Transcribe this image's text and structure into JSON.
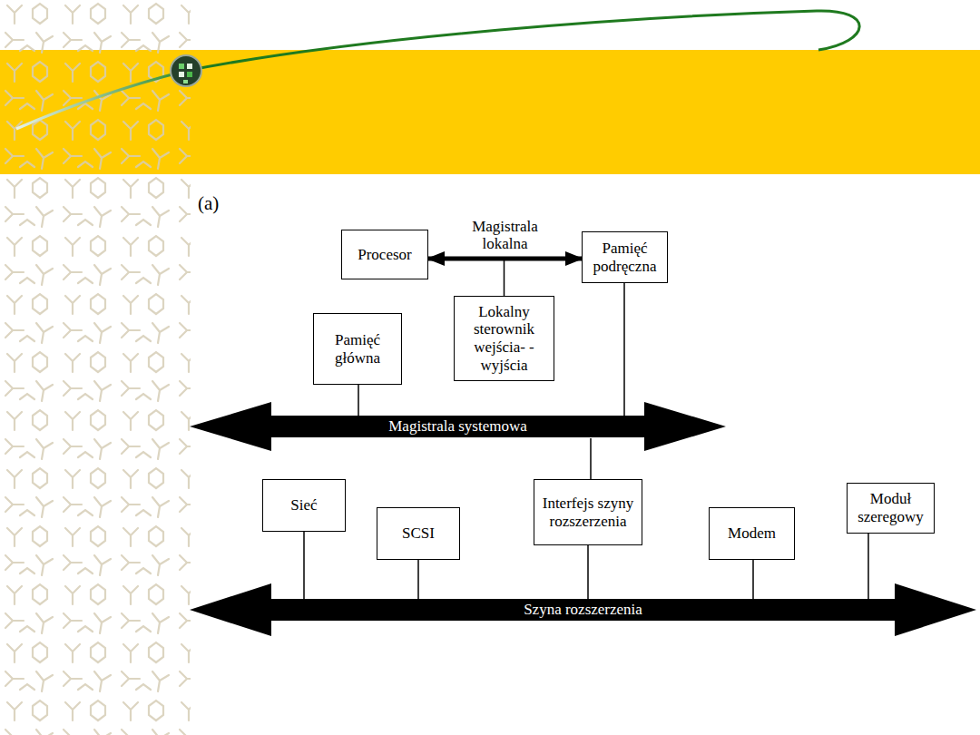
{
  "diagram": {
    "nodes": [
      {
        "text": [
          "Procesor"
        ]
      },
      {
        "text": [
          "Pamięć podręczna"
        ]
      },
      {
        "text": [
          "Lokalny sterownik wejścia- -wyjścia"
        ]
      },
      {
        "text": [
          "Pamięć główna"
        ]
      },
      {
        "text": [
          "Magistrala systemowa"
        ]
      },
      {
        "text": [
          "Sieć"
        ]
      },
      {
        "text": [
          "SCSI"
        ]
      },
      {
        "text": [
          "Interfejs szyny rozszerzenia"
        ]
      },
      {
        "text": [
          "Modem"
        ]
      },
      {
        "text": [
          "Moduł szeregowy"
        ]
      },
      {
        "text": [
          "Szyna rozszerzenia"
        ]
      }
    ],
    "edges": [
      {
        "from": 0,
        "to": 1,
        "arrow": "both",
        "label": "Magistrala lokalna"
      },
      {
        "from": 3,
        "to": 4,
        "arrow": "none"
      },
      {
        "from": 1,
        "to": 4,
        "arrow": "none"
      },
      {
        "from": 4,
        "to": 7,
        "arrow": "none"
      },
      {
        "from": 5,
        "to": 10,
        "arrow": "none"
      },
      {
        "from": 6,
        "to": 10,
        "arrow": "none"
      },
      {
        "from": 7,
        "to": 10,
        "arrow": "none"
      },
      {
        "from": 8,
        "to": 10,
        "arrow": "none"
      },
      {
        "from": 9,
        "to": 10,
        "arrow": "none"
      }
    ],
    "labels": [
      "(a)"
    ]
  }
}
